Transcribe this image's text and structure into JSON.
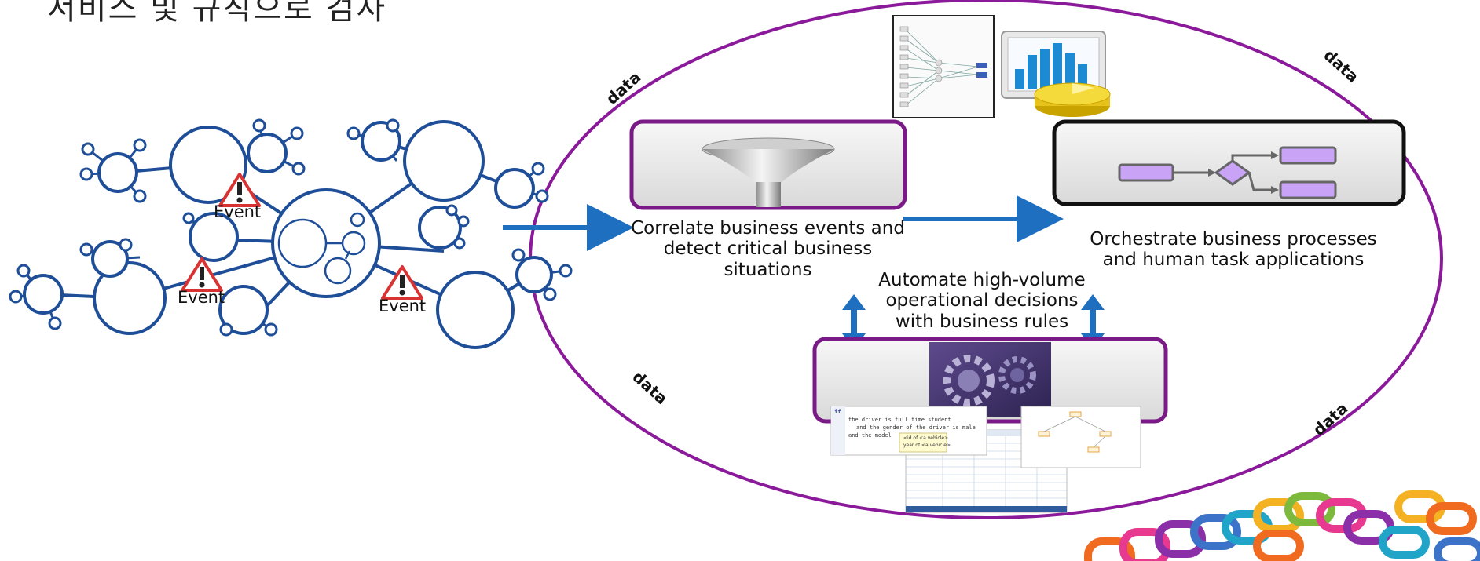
{
  "title_fragment": "서비스 및 규칙으로 검사",
  "events": [
    "Event",
    "Event",
    "Event"
  ],
  "captions": {
    "correlate": "Correlate business events and detect critical business situations",
    "orchestrate": "Orchestrate business processes and human task applications",
    "automate": "Automate high-volume operational decisions with business rules"
  },
  "data_labels": [
    "data",
    "data",
    "data",
    "data"
  ],
  "rule_editor": {
    "if": "if",
    "line1": "the driver is full time student",
    "line2": "and the gender of the driver is male",
    "line3": "and the model",
    "opt1": "<id of <a vehicle>",
    "opt2": "year of <a vehicle>"
  },
  "colors": {
    "ellipse": "#8b1a9b",
    "arrow": "#1f6fc1",
    "network": "#1f4e99",
    "box_border": "#7a1a86",
    "process_box": "#c9a3f5"
  }
}
